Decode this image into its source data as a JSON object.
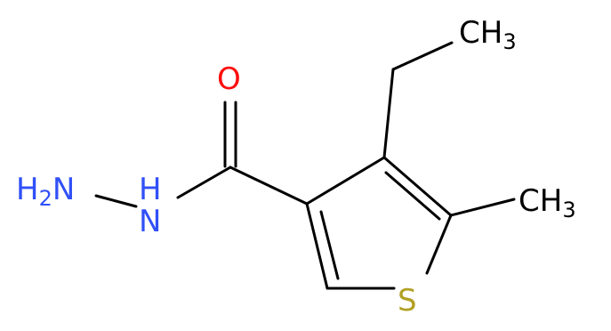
{
  "molecule": {
    "atoms": {
      "oxygen": {
        "text": "O",
        "color": "#ff0d0d"
      },
      "amine_nitrogen": {
        "text": "N",
        "color": "#3050f8"
      },
      "hydrazine_h": {
        "text": "H",
        "sub": "2",
        "color": "#3050f8"
      },
      "amide_nitrogen": {
        "text": "N",
        "color": "#3050f8"
      },
      "amide_h": {
        "text": "H",
        "color": "#3050f8"
      },
      "sulfur": {
        "text": "S",
        "color": "#b2a025"
      },
      "ethyl_methyl": {
        "text": "CH",
        "sub": "3",
        "color": "#000000"
      },
      "ring_methyl": {
        "text": "CH",
        "sub": "3",
        "color": "#000000"
      }
    }
  }
}
